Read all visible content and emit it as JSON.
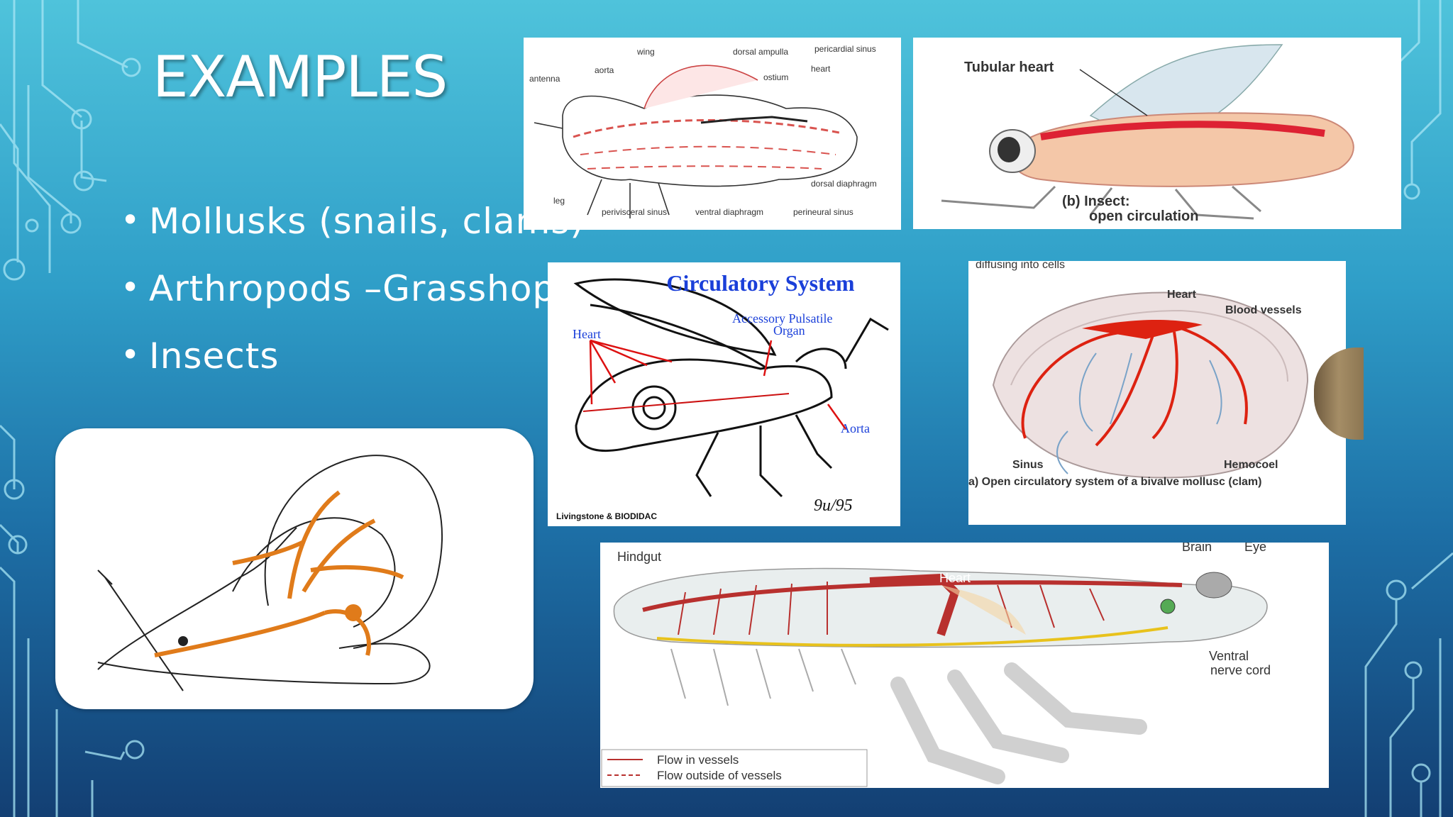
{
  "slide": {
    "title": "EXAMPLES",
    "bullets": [
      "Mollusks (snails, clams)",
      "Arthropods –Grasshoppers",
      "Insects"
    ]
  },
  "figures": {
    "grasshopper": {
      "labels": {
        "wing": "wing",
        "dorsal_ampulla": "dorsal ampulla",
        "pericardial_sinus": "pericardial sinus",
        "aorta": "aorta",
        "ostium": "ostium",
        "heart": "heart",
        "antenna": "antenna",
        "dorsal_diaphragm": "dorsal diaphragm",
        "leg": "leg",
        "perivisceral_sinus": "perivisceral sinus",
        "ventral_diaphragm": "ventral diaphragm",
        "perineural_sinus": "perineural sinus"
      }
    },
    "insect": {
      "tubular_heart": "Tubular heart",
      "caption_line1": "(b) Insect:",
      "caption_line2": "open circulation"
    },
    "bee": {
      "title": "Circulatory System",
      "accessory_line1": "Accessory Pulsatile",
      "accessory_line2": "Organ",
      "heart": "Heart",
      "aorta": "Aorta",
      "credit": "Livingstone & BIODIDAC",
      "date": "9u/95"
    },
    "clam": {
      "top_text": "diffusing into cells",
      "heart": "Heart",
      "blood_vessels": "Blood vessels",
      "sinus": "Sinus",
      "hemocoel": "Hemocoel",
      "caption": "a) Open circulatory system of a bivalve mollusc (clam)"
    },
    "crayfish": {
      "hindgut": "Hindgut",
      "heart": "Heart",
      "brain": "Brain",
      "eye": "Eye",
      "ventral_line1": "Ventral",
      "ventral_line2": "nerve cord",
      "legend_vessels": "Flow in vessels",
      "legend_outside": "Flow outside of vessels"
    }
  },
  "colors": {
    "title": "#ffffff",
    "blood": "#c0392b",
    "vessel_orange": "#e07b1a",
    "nerve_yellow": "#e8c21c"
  }
}
